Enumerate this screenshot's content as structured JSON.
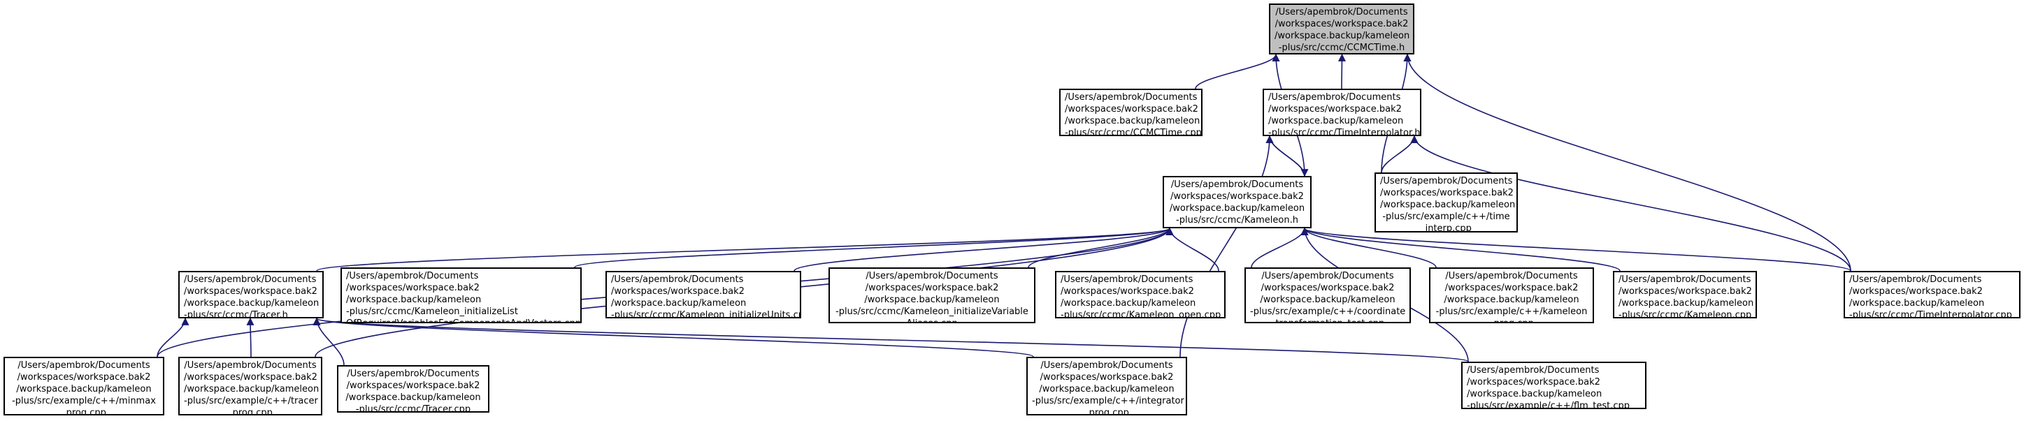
{
  "colors": {
    "edge": "#191970",
    "root_fill": "#bfbfbf",
    "node_fill": "#ffffff",
    "border": "#000000"
  },
  "nodes": {
    "root": {
      "lines": [
        "/Users/apembrok/Documents",
        "/workspaces/workspace.bak2",
        "/workspace.backup/kameleon",
        "-plus/src/ccmc/CCMCTime.h"
      ]
    },
    "ccmctime_cpp": {
      "lines": [
        "/Users/apembrok/Documents",
        "/workspaces/workspace.bak2",
        "/workspace.backup/kameleon",
        "-plus/src/ccmc/CCMCTime.cpp"
      ]
    },
    "timeinterp_h": {
      "lines": [
        "/Users/apembrok/Documents",
        "/workspaces/workspace.bak2",
        "/workspace.backup/kameleon",
        "-plus/src/ccmc/TimeInterpolator.h"
      ]
    },
    "kameleon_h": {
      "lines": [
        "/Users/apembrok/Documents",
        "/workspaces/workspace.bak2",
        "/workspace.backup/kameleon",
        "-plus/src/ccmc/Kameleon.h"
      ]
    },
    "time_interp_cpp": {
      "lines": [
        "/Users/apembrok/Documents",
        "/workspaces/workspace.bak2",
        "/workspace.backup/kameleon",
        "-plus/src/example/c++/time",
        "_interp.cpp"
      ]
    },
    "tracer_h": {
      "lines": [
        "/Users/apembrok/Documents",
        "/workspaces/workspace.bak2",
        "/workspace.backup/kameleon",
        "-plus/src/ccmc/Tracer.h"
      ]
    },
    "init_list_cpp": {
      "lines": [
        "/Users/apembrok/Documents",
        "/workspaces/workspace.bak2",
        "/workspace.backup/kameleon",
        "-plus/src/ccmc/Kameleon_initializeList",
        "OfRequiredVariablesForComponentsAndVectors.cpp"
      ]
    },
    "init_units_cpp": {
      "lines": [
        "/Users/apembrok/Documents",
        "/workspaces/workspace.bak2",
        "/workspace.backup/kameleon",
        "-plus/src/ccmc/Kameleon_initializeUnits.cpp"
      ]
    },
    "init_var_aliases_cpp": {
      "lines": [
        "/Users/apembrok/Documents",
        "/workspaces/workspace.bak2",
        "/workspace.backup/kameleon",
        "-plus/src/ccmc/Kameleon_initializeVariable",
        "Aliases.cpp"
      ]
    },
    "kameleon_open_cpp": {
      "lines": [
        "/Users/apembrok/Documents",
        "/workspaces/workspace.bak2",
        "/workspace.backup/kameleon",
        "-plus/src/ccmc/Kameleon_open.cpp"
      ]
    },
    "coord_test_cpp": {
      "lines": [
        "/Users/apembrok/Documents",
        "/workspaces/workspace.bak2",
        "/workspace.backup/kameleon",
        "-plus/src/example/c++/coordinate",
        "_transformation_test.cpp"
      ]
    },
    "kameleon_prog_cpp": {
      "lines": [
        "/Users/apembrok/Documents",
        "/workspaces/workspace.bak2",
        "/workspace.backup/kameleon",
        "-plus/src/example/c++/kameleon",
        "_prog.cpp"
      ]
    },
    "kameleon_cpp": {
      "lines": [
        "/Users/apembrok/Documents",
        "/workspaces/workspace.bak2",
        "/workspace.backup/kameleon",
        "-plus/src/ccmc/Kameleon.cpp"
      ]
    },
    "timeinterp_cpp": {
      "lines": [
        "/Users/apembrok/Documents",
        "/workspaces/workspace.bak2",
        "/workspace.backup/kameleon",
        "-plus/src/ccmc/TimeInterpolator.cpp"
      ]
    },
    "minmax_prog_cpp": {
      "lines": [
        "/Users/apembrok/Documents",
        "/workspaces/workspace.bak2",
        "/workspace.backup/kameleon",
        "-plus/src/example/c++/minmax",
        "_prog.cpp"
      ]
    },
    "tracer_prog_cpp": {
      "lines": [
        "/Users/apembrok/Documents",
        "/workspaces/workspace.bak2",
        "/workspace.backup/kameleon",
        "-plus/src/example/c++/tracer",
        "_prog.cpp"
      ]
    },
    "tracer_cpp": {
      "lines": [
        "/Users/apembrok/Documents",
        "/workspaces/workspace.bak2",
        "/workspace.backup/kameleon",
        "-plus/src/ccmc/Tracer.cpp"
      ]
    },
    "integrator_prog_cpp": {
      "lines": [
        "/Users/apembrok/Documents",
        "/workspaces/workspace.bak2",
        "/workspace.backup/kameleon",
        "-plus/src/example/c++/integrator",
        "_prog.cpp"
      ]
    },
    "flm_test_cpp": {
      "lines": [
        "/Users/apembrok/Documents",
        "/workspaces/workspace.bak2",
        "/workspace.backup/kameleon",
        "-plus/src/example/c++/flm_test.cpp"
      ]
    }
  },
  "edges": [
    [
      "root",
      "ccmctime_cpp"
    ],
    [
      "root",
      "timeinterp_h"
    ],
    [
      "root",
      "kameleon_h"
    ],
    [
      "root",
      "time_interp_cpp"
    ],
    [
      "root",
      "timeinterp_cpp"
    ],
    [
      "timeinterp_h",
      "kameleon_h"
    ],
    [
      "timeinterp_h",
      "time_interp_cpp"
    ],
    [
      "timeinterp_h",
      "timeinterp_cpp"
    ],
    [
      "timeinterp_h",
      "integrator_prog_cpp"
    ],
    [
      "kameleon_h",
      "timeinterp_h"
    ],
    [
      "kameleon_h",
      "tracer_h"
    ],
    [
      "kameleon_h",
      "init_list_cpp"
    ],
    [
      "kameleon_h",
      "init_units_cpp"
    ],
    [
      "kameleon_h",
      "init_var_aliases_cpp"
    ],
    [
      "kameleon_h",
      "kameleon_open_cpp"
    ],
    [
      "kameleon_h",
      "coord_test_cpp"
    ],
    [
      "kameleon_h",
      "kameleon_prog_cpp"
    ],
    [
      "kameleon_h",
      "kameleon_cpp"
    ],
    [
      "kameleon_h",
      "timeinterp_cpp"
    ],
    [
      "kameleon_h",
      "minmax_prog_cpp"
    ],
    [
      "kameleon_h",
      "tracer_prog_cpp"
    ],
    [
      "kameleon_h",
      "flm_test_cpp"
    ],
    [
      "tracer_h",
      "minmax_prog_cpp"
    ],
    [
      "tracer_h",
      "tracer_prog_cpp"
    ],
    [
      "tracer_h",
      "tracer_cpp"
    ],
    [
      "tracer_h",
      "integrator_prog_cpp"
    ],
    [
      "tracer_h",
      "flm_test_cpp"
    ]
  ]
}
